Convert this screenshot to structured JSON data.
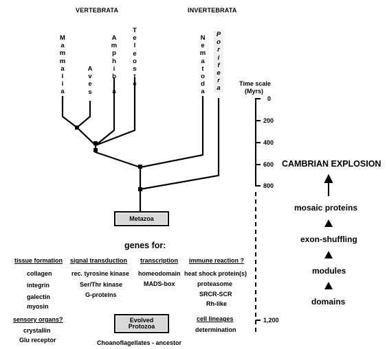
{
  "headers": {
    "vertebrata": "VERTEBRATA",
    "invertebrata": "INVERTEBRATA"
  },
  "taxa": {
    "mammalia": "Mammalia",
    "aves": "Aves",
    "amphibia": "Amphibia",
    "teleostei": "Teleostei",
    "nematoda": "Nematoda",
    "porifera": "Porifera"
  },
  "timescale": {
    "title": "Time scale",
    "unit": "(Myrs)",
    "ticks": [
      "0",
      "200",
      "400",
      "600",
      "800"
    ],
    "far_tick": "1,200"
  },
  "metazoa": "Metazoa",
  "evolved_protozoa": [
    "Evolved",
    "Protozoa"
  ],
  "choanoflagellates": "Choanoflagellates - ancestor",
  "genes_for": "genes for:",
  "categories": {
    "tissue_formation": {
      "title": "tissue formation",
      "items": [
        "collagen",
        "integrin",
        "galectin",
        "myosin"
      ]
    },
    "signal_transduction": {
      "title": "signal transduction",
      "items": [
        "rec. tyrosine kinase",
        "Ser/Thr kinase",
        "G-proteins"
      ]
    },
    "transcription": {
      "title": "transcription",
      "items": [
        "homeodomain",
        "MADS-box"
      ]
    },
    "immune_reaction": {
      "title": "immune reaction ?",
      "items": [
        "heat shock protein(s)",
        "proteasome",
        "SRCR-SCR",
        "Rh-like"
      ]
    },
    "sensory_organs": {
      "title": "sensory organs?",
      "items": [
        "crystallin",
        "Glu receptor"
      ]
    },
    "cell_lineages": {
      "title": "cell lineages",
      "items": [
        "determination"
      ]
    }
  },
  "evolution": {
    "cambrian": "CAMBRIAN EXPLOSION",
    "mosaic": "mosaic proteins",
    "exon": "exon-shuffling",
    "modules": "modules",
    "domains": "domains"
  }
}
